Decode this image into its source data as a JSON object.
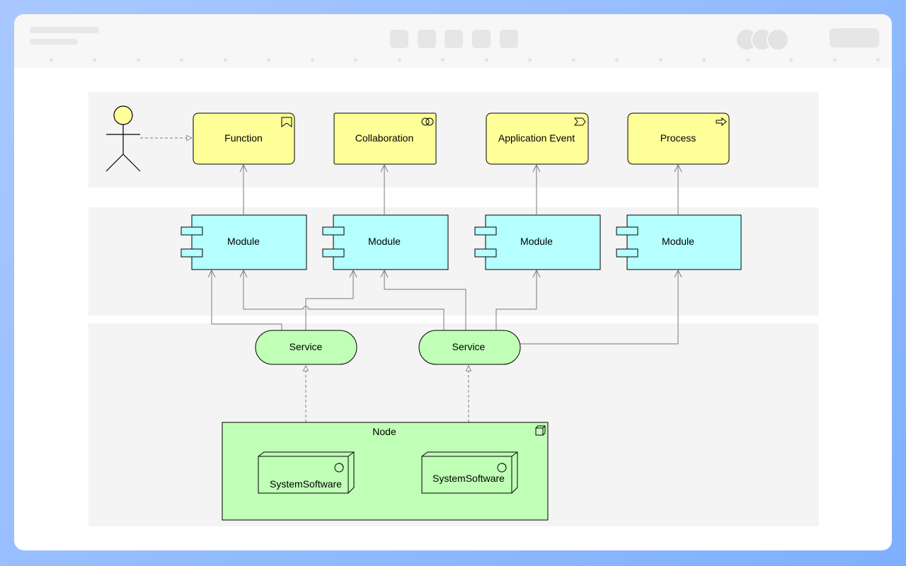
{
  "diagram": {
    "business_layer": {
      "actor_icon": "stick-figure-actor",
      "elements": [
        {
          "label": "Function",
          "icon": "function-bookmark-icon"
        },
        {
          "label": "Collaboration",
          "icon": "collaboration-circles-icon"
        },
        {
          "label": "Application Event",
          "icon": "event-chevron-icon"
        },
        {
          "label": "Process",
          "icon": "process-arrow-icon"
        }
      ]
    },
    "application_layer": {
      "modules": [
        {
          "label": "Module"
        },
        {
          "label": "Module"
        },
        {
          "label": "Module"
        },
        {
          "label": "Module"
        }
      ]
    },
    "technology_layer": {
      "services": [
        {
          "label": "Service"
        },
        {
          "label": "Service"
        }
      ],
      "node": {
        "label": "Node",
        "icon": "node-box-icon",
        "system_software": [
          {
            "label": "SystemSoftware",
            "icon": "system-software-icon"
          },
          {
            "label": "SystemSoftware",
            "icon": "system-software-icon"
          }
        ]
      }
    },
    "colors": {
      "business": "#ffff99",
      "application": "#b5ffff",
      "technology": "#c0ffb6",
      "lane": "#f4f4f4",
      "connector": "#7a7a7a"
    }
  }
}
